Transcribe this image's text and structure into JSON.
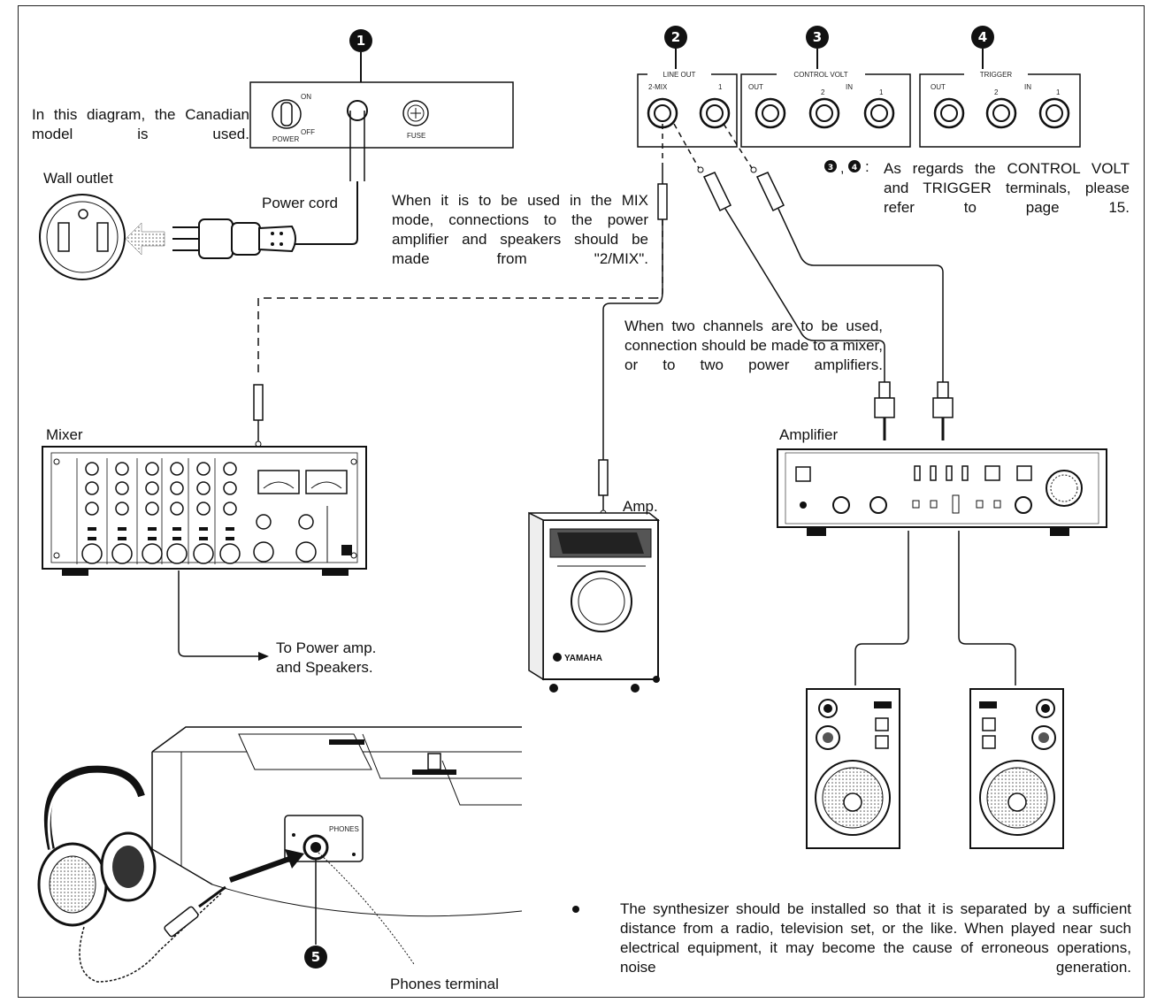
{
  "callouts": [
    {
      "id": "power-cord-marker",
      "number": "1"
    },
    {
      "id": "line-out-marker",
      "number": "2"
    },
    {
      "id": "control-volt-marker",
      "number": "3"
    },
    {
      "id": "trigger-marker",
      "number": "4"
    },
    {
      "id": "phones-marker",
      "number": "5"
    }
  ],
  "panels": {
    "power": {
      "on": "ON",
      "off": "OFF",
      "power": "POWER",
      "fuse": "FUSE"
    },
    "line_out": {
      "title": "LINE OUT",
      "mix": "2-MIX",
      "one": "1"
    },
    "control_volt": {
      "title": "CONTROL VOLT",
      "out": "OUT",
      "two": "2",
      "in": "IN",
      "one": "1"
    },
    "trigger": {
      "title": "TRIGGER",
      "out": "OUT",
      "two": "2",
      "in": "IN",
      "one": "1"
    }
  },
  "notes": {
    "canadian": "In this diagram, the Canadian model is used.",
    "mix_mode": "When it is to be used in the MIX mode, connections to the power amplifier and speakers should be made from \"2/MIX\".",
    "two_channels": "When two channels are to be used, connection should be made to a mixer, or to two power amplifiers.",
    "terminals_ref_prefix": "3, 4 :",
    "terminals_ref": "As regards the CONTROL VOLT and TRIGGER terminals, please refer to page 15.",
    "installation": "The synthesizer should be installed so that it is separated by a sufficient distance from a radio, television set, or the like. When played near such electrical equipment, it may become the cause of erroneous operations, noise generation."
  },
  "labels": {
    "wall_outlet": "Wall outlet",
    "power_cord": "Power cord",
    "mixer": "Mixer",
    "amp": "Amp.",
    "amplifier": "Amplifier",
    "to_power_amp": "To Power amp. and Speakers.",
    "phones_terminal": "Phones terminal",
    "yamaha": "YAMAHA",
    "phones_panel": "PHONES"
  }
}
